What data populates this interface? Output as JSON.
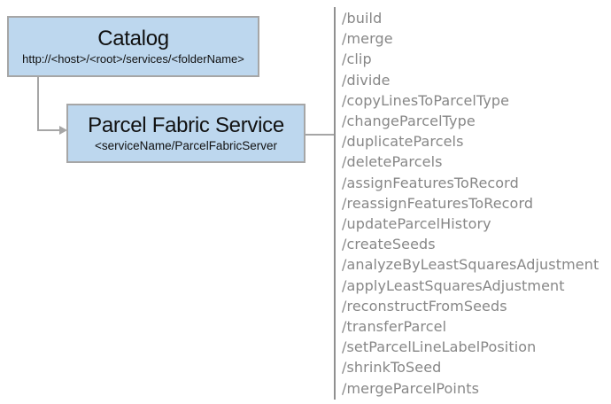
{
  "colors": {
    "box-fill": "#bdd7ee",
    "box-border": "#a6a6a6",
    "connector": "#a6a6a6",
    "divider": "#909090",
    "list-text": "#878787"
  },
  "catalog": {
    "title": "Catalog",
    "subtitle": "http://<host>/<root>/services/<folderName>"
  },
  "service": {
    "title": "Parcel Fabric Service",
    "subtitle": "<serviceName/ParcelFabricServer"
  },
  "operations": [
    "/build",
    "/merge",
    "/clip",
    "/divide",
    "/copyLinesToParcelType",
    "/changeParcelType",
    "/duplicateParcels",
    "/deleteParcels",
    "/assignFeaturesToRecord",
    "/reassignFeaturesToRecord",
    "/updateParcelHistory",
    "/createSeeds",
    "/analyzeByLeastSquaresAdjustment",
    "/applyLeastSquaresAdjustment",
    "/reconstructFromSeeds",
    "/transferParcel",
    "/setParcelLineLabelPosition",
    "/shrinkToSeed",
    "/mergeParcelPoints"
  ]
}
